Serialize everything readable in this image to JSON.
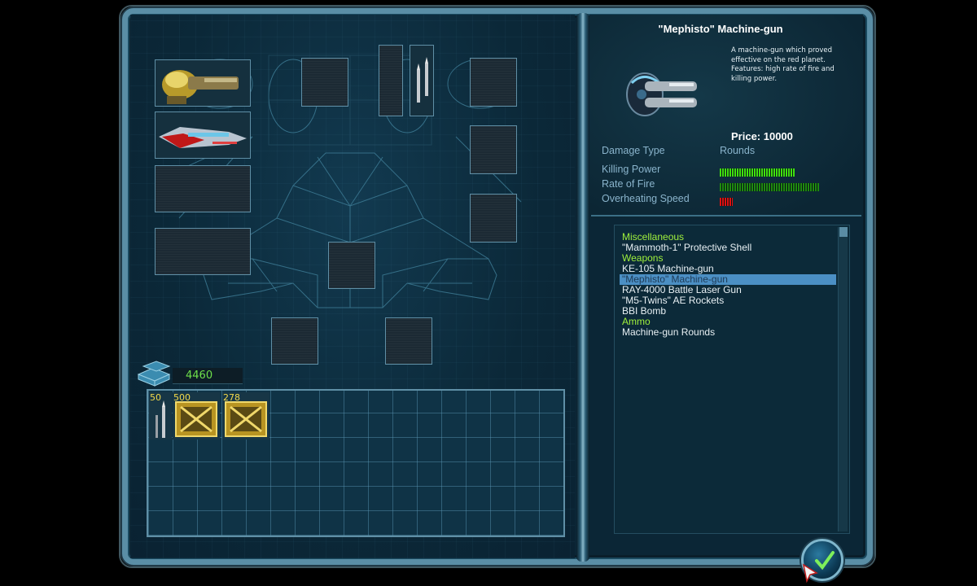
{
  "credits": "4460",
  "item": {
    "title": "\"Mephisto\" Machine-gun",
    "description": "A machine-gun which proved effective on the red planet. Features: high rate of fire and killing power.",
    "price": "Price: 10000",
    "damage_type_label": "Damage Type",
    "damage_type_value": "Rounds",
    "stats": [
      {
        "label": "Killing Power",
        "level": 0.75,
        "color": "#3fe010"
      },
      {
        "label": "Rate of Fire",
        "level": 1.0,
        "color": "#1f8a10"
      },
      {
        "label": "Overheating Speed",
        "level": 0.13,
        "color": "#e01010"
      }
    ]
  },
  "shop_list": [
    {
      "label": "Miscellaneous",
      "type": "category"
    },
    {
      "label": "\"Mammoth-1\" Protective Shell",
      "type": "item"
    },
    {
      "label": "Weapons",
      "type": "category"
    },
    {
      "label": "KE-105 Machine-gun",
      "type": "item"
    },
    {
      "label": "\"Mephisto\" Machine-gun",
      "type": "item",
      "selected": true
    },
    {
      "label": "RAY-4000 Battle Laser Gun",
      "type": "item"
    },
    {
      "label": "\"M5-Twins\" AE Rockets",
      "type": "item"
    },
    {
      "label": "BBI Bomb",
      "type": "item"
    },
    {
      "label": "Ammo",
      "type": "category"
    },
    {
      "label": "Machine-gun Rounds",
      "type": "item"
    }
  ],
  "inventory": [
    {
      "count": "50",
      "icon": "rocket-icon"
    },
    {
      "count": "500",
      "icon": "ammo-crate-icon"
    },
    {
      "count": "278",
      "icon": "ammo-crate-icon"
    }
  ],
  "colors": {
    "accent_green": "#9ff03c",
    "credits_green": "#6ee04a",
    "selection_blue": "#4b8fc4",
    "count_yellow": "#f2d94a"
  }
}
